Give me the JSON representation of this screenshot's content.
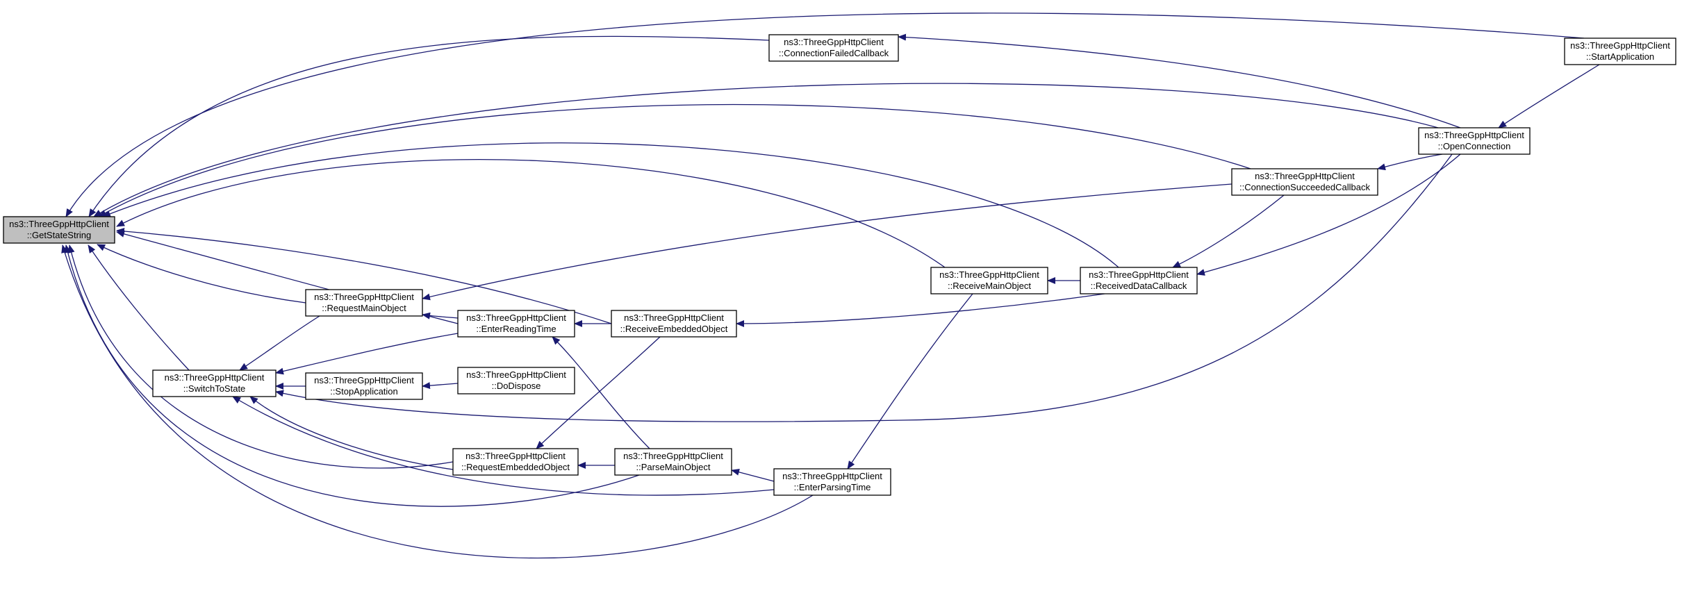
{
  "graph": {
    "colors": {
      "edge": "#191970",
      "node_fill": "#ffffff",
      "root_fill": "#bfbfbf",
      "node_border": "#000000"
    },
    "nodes": [
      {
        "id": "getstate",
        "line1": "ns3::ThreeGppHttpClient",
        "line2": "::GetStateString",
        "root": true
      },
      {
        "id": "switch",
        "line1": "ns3::ThreeGppHttpClient",
        "line2": "::SwitchToState"
      },
      {
        "id": "reqmain",
        "line1": "ns3::ThreeGppHttpClient",
        "line2": "::RequestMainObject"
      },
      {
        "id": "enterread",
        "line1": "ns3::ThreeGppHttpClient",
        "line2": "::EnterReadingTime"
      },
      {
        "id": "recvemb",
        "line1": "ns3::ThreeGppHttpClient",
        "line2": "::ReceiveEmbeddedObject"
      },
      {
        "id": "stopapp",
        "line1": "ns3::ThreeGppHttpClient",
        "line2": "::StopApplication"
      },
      {
        "id": "dodispose",
        "line1": "ns3::ThreeGppHttpClient",
        "line2": "::DoDispose"
      },
      {
        "id": "reqemb",
        "line1": "ns3::ThreeGppHttpClient",
        "line2": "::RequestEmbeddedObject"
      },
      {
        "id": "parsemain",
        "line1": "ns3::ThreeGppHttpClient",
        "line2": "::ParseMainObject"
      },
      {
        "id": "enterparse",
        "line1": "ns3::ThreeGppHttpClient",
        "line2": "::EnterParsingTime"
      },
      {
        "id": "recvmain",
        "line1": "ns3::ThreeGppHttpClient",
        "line2": "::ReceiveMainObject"
      },
      {
        "id": "recvdata",
        "line1": "ns3::ThreeGppHttpClient",
        "line2": "::ReceivedDataCallback"
      },
      {
        "id": "connfail",
        "line1": "ns3::ThreeGppHttpClient",
        "line2": "::ConnectionFailedCallback"
      },
      {
        "id": "connsucc",
        "line1": "ns3::ThreeGppHttpClient",
        "line2": "::ConnectionSucceededCallback"
      },
      {
        "id": "openconn",
        "line1": "ns3::ThreeGppHttpClient",
        "line2": "::OpenConnection"
      },
      {
        "id": "startapp",
        "line1": "ns3::ThreeGppHttpClient",
        "line2": "::StartApplication"
      }
    ],
    "edges": [
      {
        "from": "getstate",
        "to": "switch"
      },
      {
        "from": "getstate",
        "to": "reqmain"
      },
      {
        "from": "getstate",
        "to": "enterread"
      },
      {
        "from": "getstate",
        "to": "recvemb"
      },
      {
        "from": "getstate",
        "to": "reqemb"
      },
      {
        "from": "getstate",
        "to": "parsemain"
      },
      {
        "from": "getstate",
        "to": "enterparse"
      },
      {
        "from": "getstate",
        "to": "recvmain"
      },
      {
        "from": "getstate",
        "to": "recvdata"
      },
      {
        "from": "getstate",
        "to": "connfail"
      },
      {
        "from": "getstate",
        "to": "connsucc"
      },
      {
        "from": "getstate",
        "to": "openconn"
      },
      {
        "from": "getstate",
        "to": "startapp"
      },
      {
        "from": "switch",
        "to": "reqmain"
      },
      {
        "from": "switch",
        "to": "enterread"
      },
      {
        "from": "switch",
        "to": "stopapp"
      },
      {
        "from": "switch",
        "to": "reqemb"
      },
      {
        "from": "switch",
        "to": "enterparse"
      },
      {
        "from": "switch",
        "to": "openconn"
      },
      {
        "from": "reqmain",
        "to": "enterread"
      },
      {
        "from": "reqmain",
        "to": "connsucc"
      },
      {
        "from": "enterread",
        "to": "recvemb"
      },
      {
        "from": "enterread",
        "to": "parsemain"
      },
      {
        "from": "stopapp",
        "to": "dodispose"
      },
      {
        "from": "reqemb",
        "to": "parsemain"
      },
      {
        "from": "reqemb",
        "to": "recvemb"
      },
      {
        "from": "parsemain",
        "to": "enterparse"
      },
      {
        "from": "enterparse",
        "to": "recvmain"
      },
      {
        "from": "recvmain",
        "to": "recvdata"
      },
      {
        "from": "recvemb",
        "to": "recvdata"
      },
      {
        "from": "recvdata",
        "to": "connsucc"
      },
      {
        "from": "recvdata",
        "to": "openconn"
      },
      {
        "from": "connfail",
        "to": "openconn"
      },
      {
        "from": "connsucc",
        "to": "openconn"
      },
      {
        "from": "openconn",
        "to": "startapp"
      }
    ]
  }
}
